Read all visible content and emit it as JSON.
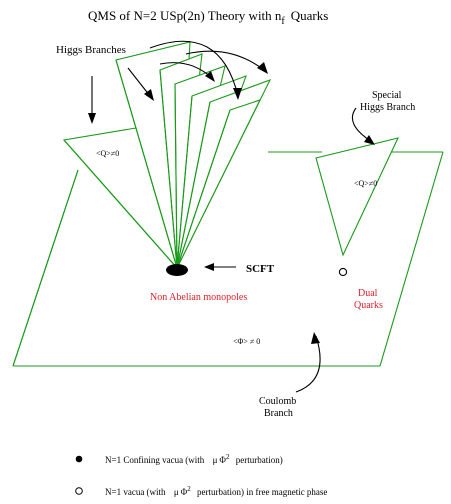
{
  "title": "QMS of N=2 USp(2n) Theory with n",
  "title_sub": "f",
  "title_tail": "Quarks",
  "labels": {
    "higgs_branches": "Higgs Branches",
    "special_higgs_1": "Special",
    "special_higgs_2": "Higgs Branch",
    "q_vev_left": "<Q>≠0",
    "q_vev_right": "<Q>≠0",
    "scft": "SCFT",
    "non_abelian": "Non Abelian monopoles",
    "dual_1": "Dual",
    "dual_2": "Quarks",
    "phi_vev": "<Φ> ≠ 0",
    "coulomb_1": "Coulomb",
    "coulomb_2": "Branch"
  },
  "legend": {
    "filled_prefix": "N=1  Confining vacua  (with",
    "filled_suffix": "perturbation)",
    "open_prefix": "N=1  vacua  (with",
    "open_suffix": "perturbation) in free magnetic phase",
    "mu": "μ",
    "phi": "Φ",
    "sq": "2"
  },
  "colors": {
    "lines": "#1a9a1a",
    "accent_text": "#e0202a"
  }
}
